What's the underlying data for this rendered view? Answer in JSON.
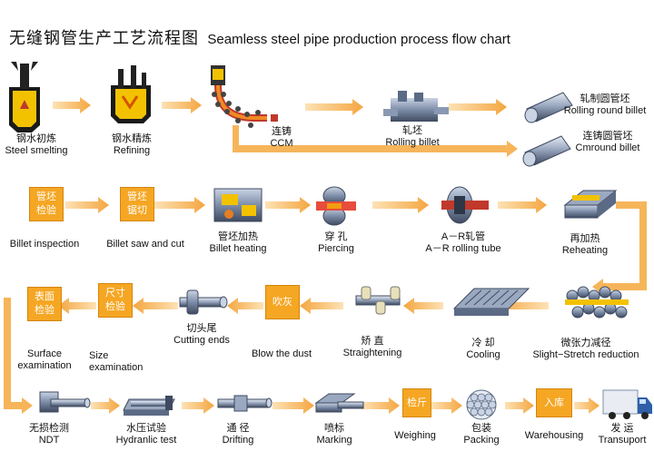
{
  "title": {
    "zh": "无缝钢管生产工艺流程图",
    "en": "Seamless steel pipe production process flow chart"
  },
  "steps": {
    "steel_smelting": {
      "zh": "钢水初炼",
      "en": "Steel smelting"
    },
    "refining": {
      "zh": "钢水精炼",
      "en": "Refining"
    },
    "ccm": {
      "zh": "连铸",
      "en": "CCM"
    },
    "rolling_billet": {
      "zh": "轧坯",
      "en": "Rolling billet"
    },
    "rolling_round_billet": {
      "zh": "轧制圆管坯",
      "en": "Rolling round billet"
    },
    "cmround_billet": {
      "zh": "连铸圆管坯",
      "en": "Cmround billet"
    },
    "billet_inspection": {
      "box": "管坯\n检验",
      "en": "Billet inspection"
    },
    "billet_saw_cut": {
      "box": "管坯\n锯切",
      "en": "Billet saw and cut"
    },
    "billet_heating": {
      "zh": "管坯加热",
      "en": "Billet heating"
    },
    "piercing": {
      "zh": "穿 孔",
      "en": "Piercing"
    },
    "ar_rolling": {
      "zh": "A－R轧管",
      "en": "A－R rolling tube"
    },
    "reheating": {
      "zh": "再加热",
      "en": "Reheating"
    },
    "surface_exam": {
      "box": "表面\n检验",
      "en": "Surface\nexamination"
    },
    "size_exam": {
      "box": "尺寸\n检验",
      "en": "Size\nexamination"
    },
    "cutting_ends": {
      "zh": "切头尾",
      "en": "Cutting ends"
    },
    "blow_dust": {
      "box": "吹灰",
      "en": "Blow the dust"
    },
    "straightening": {
      "zh": "矫 直",
      "en": "Straightening"
    },
    "cooling": {
      "zh": "冷 却",
      "en": "Cooling"
    },
    "stretch_reduction": {
      "zh": "微张力减径",
      "en": "Slight−Stretch reduction"
    },
    "ndt": {
      "zh": "无损检测",
      "en": "NDT"
    },
    "hydraulic": {
      "zh": "水压试验",
      "en": "Hydranlic test"
    },
    "drifting": {
      "zh": "通 径",
      "en": "Drifting"
    },
    "marking": {
      "zh": "喷标",
      "en": "Marking"
    },
    "weighing": {
      "box": "检斤",
      "en": "Weighing"
    },
    "packing": {
      "zh": "包装",
      "en": "Packing"
    },
    "warehousing": {
      "box": "入库",
      "en": "Warehousing"
    },
    "transport": {
      "zh": "发 运",
      "en": "Transuport"
    }
  },
  "colors": {
    "arrow": "#f6b55a",
    "box": "#f5a623",
    "steel": "#7d8da8",
    "molten": "#f2c200"
  }
}
